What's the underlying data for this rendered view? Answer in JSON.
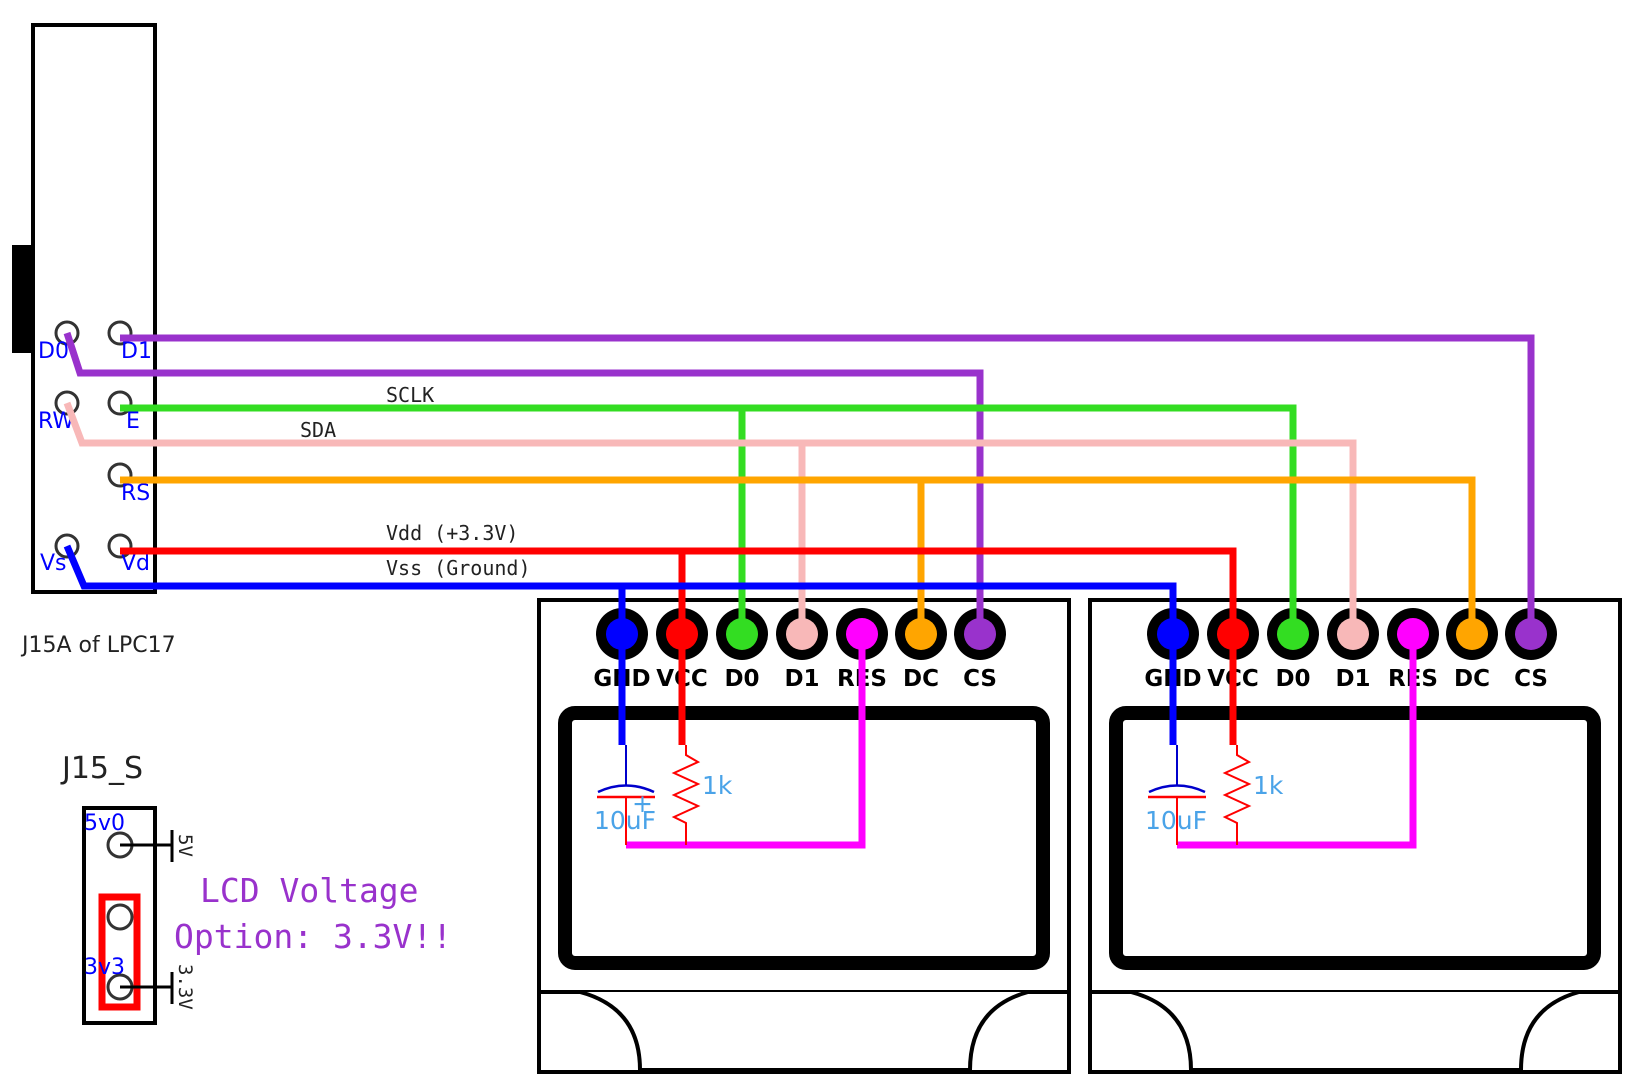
{
  "connector": {
    "caption": "J15A of LPC17",
    "pins": {
      "d0": "D0",
      "d1": "D1",
      "rw": "RW",
      "e": "E",
      "rs": "RS",
      "vs": "Vs",
      "vd": "Vd"
    }
  },
  "signals": {
    "sclk": "SCLK",
    "sda": "SDA",
    "vdd": "Vdd (+3.3V)",
    "vss": "Vss (Ground)"
  },
  "oled_pins": [
    "GND",
    "VCC",
    "D0",
    "D1",
    "RES",
    "DC",
    "CS"
  ],
  "components": {
    "capacitor": "10uF",
    "cap_polarity": "+",
    "resistor": "1k"
  },
  "jumper": {
    "title": "J15_S",
    "pin_top": "5v0",
    "pin_bottom": "3v3",
    "label_5v": "5V",
    "label_33v": "3.3V"
  },
  "note": {
    "line1": "LCD Voltage",
    "line2": "Option: 3.3V!!"
  },
  "colors": {
    "gnd": "#0000ff",
    "vcc": "#ff0000",
    "d0": "#33dd22",
    "d1": "#f8b8b8",
    "res": "#ff00ff",
    "dc": "#ffa500",
    "cs": "#9932cc",
    "note": "#9932cc",
    "jumper_highlight": "#ff0000",
    "component": "#4aa3e8"
  }
}
